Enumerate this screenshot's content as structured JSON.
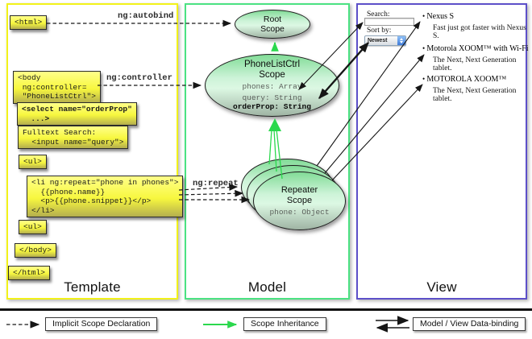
{
  "panels": {
    "template": {
      "label": "Template",
      "border_color": "#f2f219"
    },
    "model": {
      "label": "Model",
      "border_color": "#4be282"
    },
    "view": {
      "label": "View",
      "border_color": "#5d50c9"
    }
  },
  "template_panel": {
    "code_boxes": [
      {
        "text": "<html>"
      },
      {
        "text": "<body\n ng:controller=\n \"PhoneListCtrl\">"
      },
      {
        "text": "<select name=\"orderProp\"\n  ...>"
      },
      {
        "text": "Fulltext Search:\n  <input name=\"query\">"
      },
      {
        "text": "<ul>"
      },
      {
        "text": "<li ng:repeat=\"phone in phones\">\n  {{phone.name}}\n  <p>{{phone.snippet}}</p>\n</li>"
      },
      {
        "text": "<ul>"
      },
      {
        "text": "</body>"
      },
      {
        "text": "</html>"
      }
    ]
  },
  "annotations": {
    "autobind": "ng:autobind",
    "controller": "ng:controller",
    "repeat": "ng:repeat"
  },
  "model_panel": {
    "root_scope": {
      "title": "Root\nScope"
    },
    "phonelist_scope": {
      "title": "PhoneListCtrl\nScope",
      "props": [
        "phones: Array",
        "query: String"
      ],
      "bold_prop": "orderProp: String"
    },
    "repeater_scope": {
      "title": "Repeater\nScope",
      "prop": "phone: Object"
    }
  },
  "view_panel": {
    "search_label": "Search:",
    "sort_label": "Sort by:",
    "sort_value": "Newest",
    "items": [
      {
        "title": "Nexus S",
        "desc": "Fast just got faster with Nexus S."
      },
      {
        "title": "Motorola XOOM™ with Wi-Fi",
        "desc": "The Next, Next Generation tablet."
      },
      {
        "title": "MOTOROLA XOOM™",
        "desc": "The Next, Next Generation tablet."
      }
    ]
  },
  "legend": {
    "implicit": "Implicit Scope Declaration",
    "inheritance": "Scope Inheritance",
    "binding": "Model / View Data-binding"
  },
  "colors": {
    "scope_fill_top": "#82dc97",
    "scope_fill_bottom": "#9fb4a4",
    "code_box_yellow": "#f7f73e",
    "green_arrow": "#2bd84d",
    "arrow_black": "#161616"
  }
}
